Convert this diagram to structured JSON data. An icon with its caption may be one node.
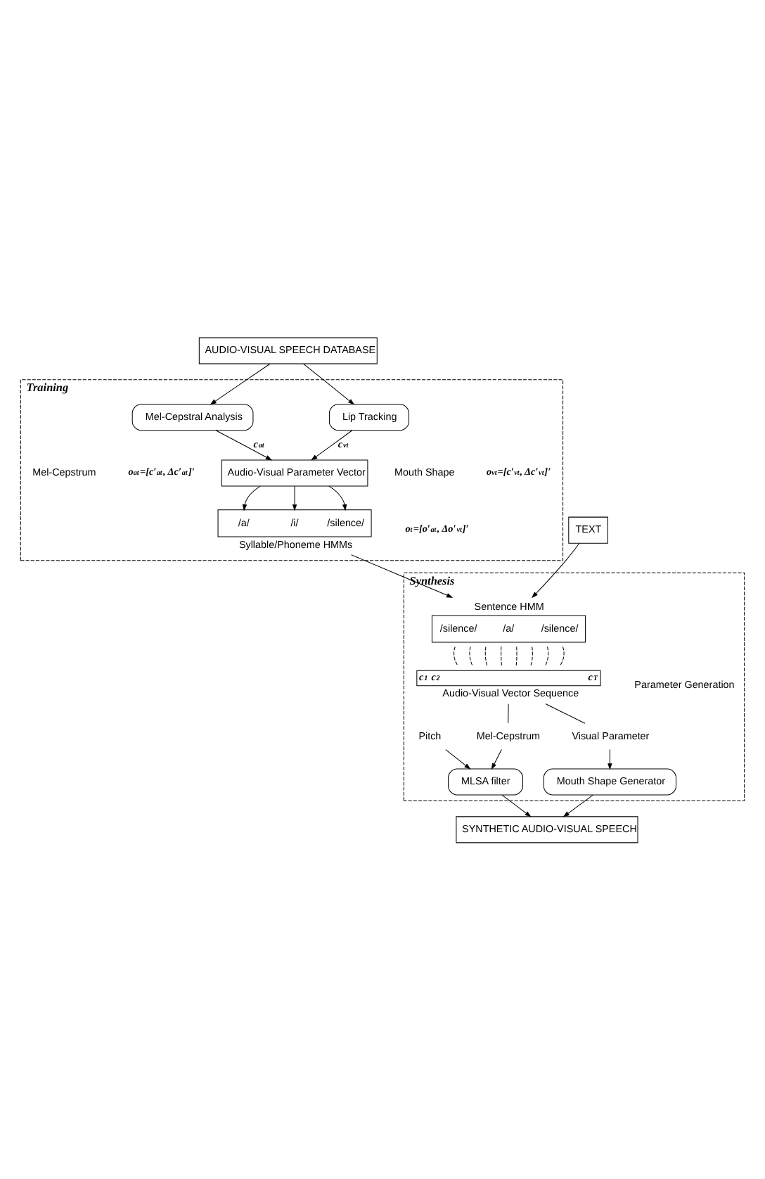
{
  "diagram": {
    "nodes": [
      {
        "text": [
          "AUDIO-VISUAL SPEECH DATABASE"
        ]
      },
      {
        "text": [
          "Training"
        ]
      },
      {
        "text": [
          "Mel-Cepstral Analysis"
        ],
        "in": 1
      },
      {
        "text": [
          "Lip Tracking"
        ],
        "in": 1
      },
      {
        "text": [
          "Audio-Visual Parameter Vector"
        ],
        "in": 1
      },
      {
        "text": [
          "/a/",
          "/i/",
          "/silence/",
          "Syllable/Phoneme HMMs"
        ],
        "in": 1
      },
      {
        "text": [
          "Synthesis"
        ]
      },
      {
        "text": [
          "TEXT"
        ]
      },
      {
        "text": [
          "Sentence HMM",
          "/silence/",
          "/a/",
          "/silence/"
        ],
        "in": 6
      },
      {
        "text": [
          "c$_{1}$",
          "c$_{2}$",
          "c$_{T}$",
          "Audio-Visual Vector Sequence"
        ],
        "in": 6
      },
      {
        "text": [
          "Mel-Cepstrum"
        ],
        "in": 6
      },
      {
        "text": [
          "Visual Parameter"
        ],
        "in": 6
      },
      {
        "text": [
          "Pitch"
        ],
        "in": 6
      },
      {
        "text": [
          "MLSA filter"
        ],
        "in": 6
      },
      {
        "text": [
          "Mouth Shape Generator"
        ],
        "in": 6
      },
      {
        "text": [
          "SYNTHETIC AUDIO-VISUAL SPEECH"
        ]
      }
    ],
    "edges": [
      {
        "from": 0,
        "to": 2,
        "arrow": "to"
      },
      {
        "from": 0,
        "to": 3,
        "arrow": "to"
      },
      {
        "from": 2,
        "to": 4,
        "arrow": "to",
        "label": "c$_{at}$"
      },
      {
        "from": 3,
        "to": 4,
        "arrow": "to",
        "label": "c$_{vt}$"
      },
      {
        "from": 4,
        "to": 5,
        "arrow": "to"
      },
      {
        "from": 4,
        "to": 5,
        "arrow": "to"
      },
      {
        "from": 4,
        "to": 5,
        "arrow": "to"
      },
      {
        "from": 5,
        "to": 8,
        "arrow": "to"
      },
      {
        "from": 7,
        "to": 8,
        "arrow": "to"
      },
      {
        "from": 8,
        "to": 9,
        "arrow": "none",
        "style": "dashed"
      },
      {
        "from": 8,
        "to": 9,
        "arrow": "none",
        "style": "dashed"
      },
      {
        "from": 8,
        "to": 9,
        "arrow": "none",
        "style": "dashed"
      },
      {
        "from": 8,
        "to": 9,
        "arrow": "none",
        "style": "dashed"
      },
      {
        "from": 8,
        "to": 9,
        "arrow": "none",
        "style": "dashed"
      },
      {
        "from": 8,
        "to": 9,
        "arrow": "none",
        "style": "dashed"
      },
      {
        "from": 8,
        "to": 9,
        "arrow": "none",
        "style": "dashed"
      },
      {
        "from": 8,
        "to": 9,
        "arrow": "none",
        "style": "dashed"
      },
      {
        "from": 9,
        "to": 10,
        "arrow": "none"
      },
      {
        "from": 9,
        "to": 11,
        "arrow": "none"
      },
      {
        "from": 10,
        "to": 13,
        "arrow": "to"
      },
      {
        "from": 11,
        "to": 14,
        "arrow": "to"
      },
      {
        "from": 12,
        "to": 13,
        "arrow": "to"
      },
      {
        "from": 13,
        "to": 15,
        "arrow": "to"
      },
      {
        "from": 14,
        "to": 15,
        "arrow": "to"
      }
    ],
    "labels": [
      "Mel-Cepstrum",
      "o$_{at}$=[c′$_{at}$, Δc′$_{at}$]′",
      "Mouth Shape",
      "o$_{vt}$=[c′$_{vt}$, Δc′$_{vt}$]′",
      "o$_{t}$=[o′$_{at}$, Δo′$_{vt}$]′",
      "Parameter Generation"
    ]
  }
}
